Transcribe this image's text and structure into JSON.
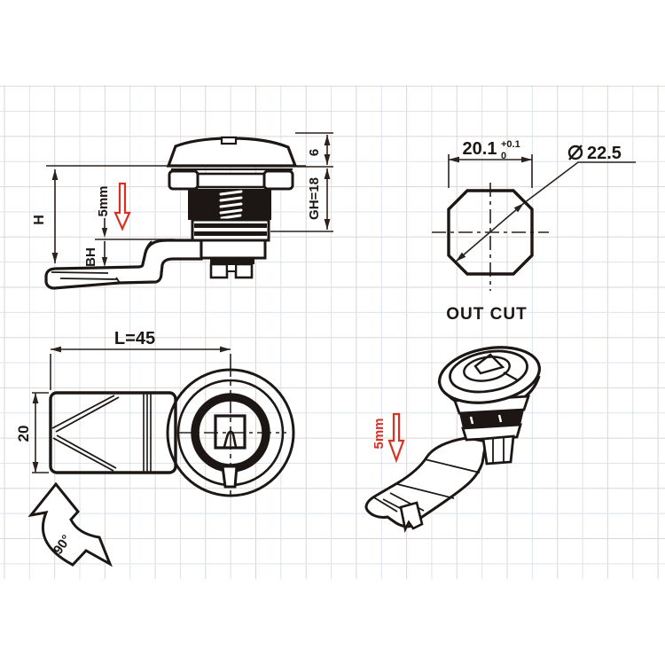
{
  "drawing_title": "cam-lock-technical-drawing",
  "labels": {
    "side": {
      "h": "H",
      "five_mm": "5mm",
      "bh": "BH",
      "cap": "6",
      "gh": "GH=18"
    },
    "outcut": {
      "width": "20.1",
      "tol_plus": "+0.1",
      "tol_zero": "0",
      "dia": "22.5",
      "caption": "OUT CUT"
    },
    "front": {
      "length": "L=45",
      "height": "20",
      "rotation": "90°"
    },
    "iso": {
      "five_mm": "5mm"
    }
  },
  "icons": {
    "red_travel_arrow": "⬇",
    "rotation_arrow": "↺",
    "diameter_symbol": "⌀"
  },
  "colors": {
    "ink": "#1c1714",
    "dimension_line": "#2b211d",
    "accent_red": "#d93024",
    "grid_warm": "#ddd5d4",
    "grid_cool": "#dce3ed",
    "paper": "#ffffff"
  }
}
